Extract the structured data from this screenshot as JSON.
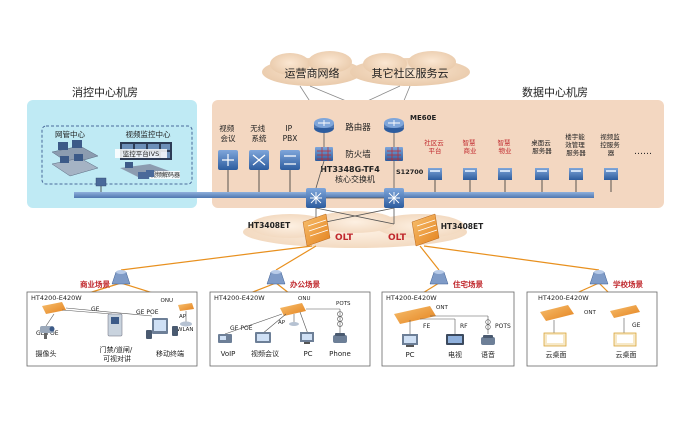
{
  "clouds": {
    "carrier": "运营商网络",
    "community": "其它社区服务云"
  },
  "rooms": {
    "control": {
      "title": "消控中心机房",
      "nms": "网管中心",
      "video_center": "视频监控中心",
      "ivs": "监控平台IVS",
      "decoder": "视频解码器"
    },
    "data": {
      "title": "数据中心机房",
      "services": [
        "视频\n会议",
        "无线\n系统",
        "IP\nPBX"
      ],
      "router": "路由器",
      "me": "ME60E",
      "firewall": "防火墙",
      "core_model": "HT3348G-TF4",
      "core_label": "核心交换机",
      "s12700": "S12700",
      "servers": [
        "社区云\n平台",
        "智慧\n商业",
        "智慧\n物业",
        "桌面云\n服务器",
        "楼宇能\n效管理\n服务器",
        "视频监\n控服务\n器"
      ],
      "ellipsis": "……"
    }
  },
  "olt": {
    "left_model": "HT3408ET",
    "right_model": "HT3408ET",
    "label": "OLT"
  },
  "scenes": [
    {
      "title": "商业场景",
      "device": "HT4200-E420W",
      "labels": [
        "ONU",
        "GE",
        "GE POE",
        "GE POE",
        "AP",
        "WLAN"
      ],
      "captions": [
        "摄像头",
        "门禁/道闸/\n可视对讲",
        "移动终端"
      ]
    },
    {
      "title": "办公场景",
      "device": "HT4200-E420W",
      "labels": [
        "ONU",
        "POTS",
        "GE POE",
        "AP"
      ],
      "captions": [
        "VoIP",
        "视频会议",
        "PC",
        "Phone"
      ]
    },
    {
      "title": "住宅场景",
      "device": "HT4200-E420W",
      "labels": [
        "ONT",
        "FE",
        "RF",
        "POTS"
      ],
      "captions": [
        "PC",
        "电视",
        "语音"
      ]
    },
    {
      "title": "学校场景",
      "device": "HT4200-E420W",
      "labels": [
        "ONT",
        "GE"
      ],
      "captions": [
        "云桌面",
        "云桌面"
      ]
    }
  ],
  "colors": {
    "control_room": "#bfeaf4",
    "data_room": "#f3d7c1",
    "core_bar": "#6a90c4",
    "olt": "#f0a03c",
    "accent_red": "#c0282d",
    "fiber": "#e8901e"
  }
}
